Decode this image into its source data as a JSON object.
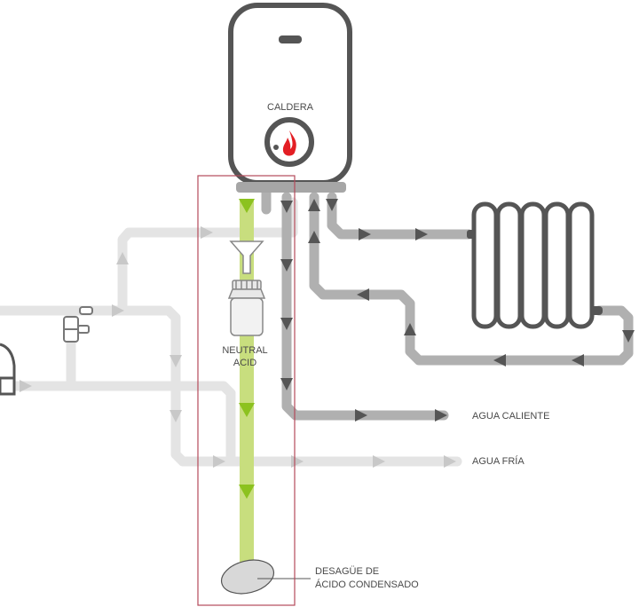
{
  "labels": {
    "boiler": "CALDERA",
    "neutralizer_line1": "NEUTRAL",
    "neutralizer_line2": "ACID",
    "hot_water": "AGUA CALIENTE",
    "cold_water": "AGUA FRÍA",
    "drain_line1": "DESAGÜE DE",
    "drain_line2": "ÁCIDO CONDENSADO"
  },
  "colors": {
    "boiler_outline": "#555555",
    "heating_pipe": "#b0b0b0",
    "cold_pipe": "#e4e4e4",
    "condensate_pipe": "#c8de7e",
    "condensate_arrow": "#8cc21f",
    "flame": "#e31e24",
    "highlight_frame": "#b54a5a",
    "arrow_dark": "#555555",
    "arrow_light": "#c8c8c8"
  },
  "icons": {
    "boiler": "boiler-icon",
    "flame": "flame-icon",
    "radiator": "radiator-icon",
    "funnel": "funnel-icon",
    "neutralizer": "neutralizer-icon",
    "valve": "valve-icon",
    "drain": "drain-icon",
    "water_heater": "water-heater-icon"
  }
}
